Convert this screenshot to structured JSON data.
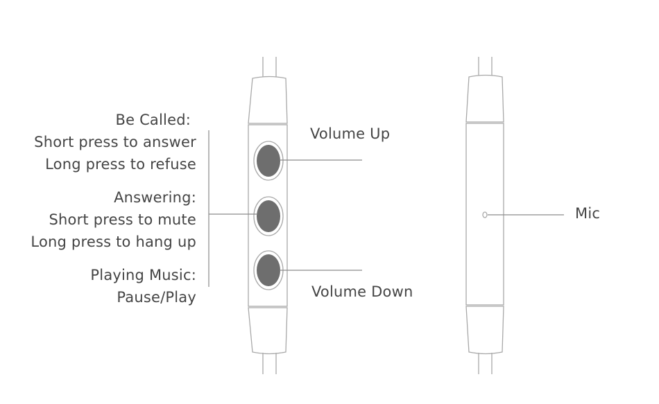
{
  "colors": {
    "outline": "#a8a8a8",
    "button_fill": "#6e6e6e",
    "leader_line": "#8a8a8a",
    "text": "#444444",
    "background": "#ffffff"
  },
  "left_labels": {
    "be_called": {
      "heading": "Be Called:",
      "short_press": "Short press to answer",
      "long_press": "Long press to refuse"
    },
    "answering": {
      "heading": "Answering:",
      "short_press": "Short press to mute",
      "long_press": "Long press to hang up"
    },
    "playing_music": {
      "heading": "Playing Music:",
      "action": "Pause/Play"
    }
  },
  "right_labels": {
    "volume_up": "Volume Up",
    "volume_down": "Volume Down",
    "mic": "Mic"
  }
}
